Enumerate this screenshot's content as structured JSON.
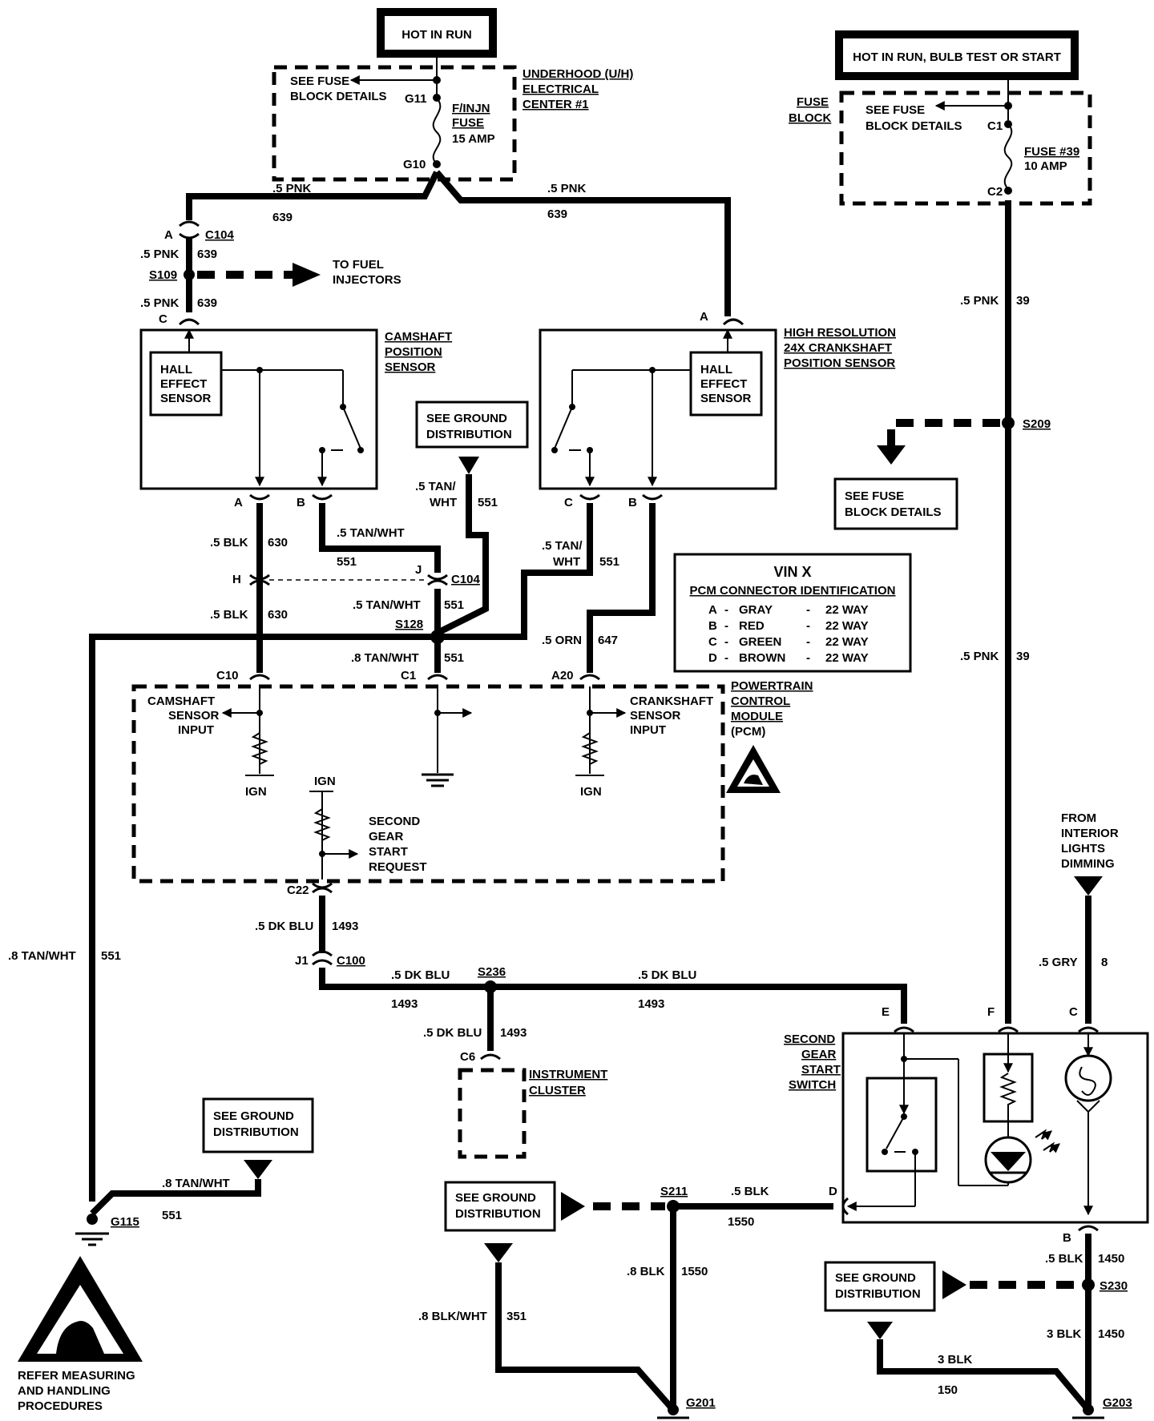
{
  "power": {
    "hot_in_run": "HOT IN RUN",
    "hot_in_run_bulb": "HOT IN RUN, BULB TEST OR START"
  },
  "uh_center": {
    "see_fuse": "SEE FUSE",
    "block_details": "BLOCK DETAILS",
    "title_1": "UNDERHOOD (U/H)",
    "title_2": "ELECTRICAL",
    "title_3": "CENTER #1",
    "g11": "G11",
    "g10": "G10",
    "fuse_1": "F/INJN",
    "fuse_2": "FUSE",
    "fuse_3": "15 AMP"
  },
  "fuse_block": {
    "title_1": "FUSE",
    "title_2": "BLOCK",
    "see_fuse": "SEE FUSE",
    "block_details": "BLOCK DETAILS",
    "c1": "C1",
    "c2": "C2",
    "fuse_1": "FUSE #39",
    "fuse_2": "10 AMP"
  },
  "wires": {
    "pnk_05": ".5 PNK",
    "c639": "639",
    "c630": "630",
    "c551": "551",
    "c647": "647",
    "c39": "39",
    "c8": "8",
    "c1493": "1493",
    "c1550": "1550",
    "c1450": "1450",
    "c351": "351",
    "c150": "150",
    "blk_05": ".5 BLK",
    "tanwht_05": ".5 TAN/WHT",
    "tanwht_08": ".8 TAN/WHT",
    "tan_05": ".5 TAN/",
    "wht": "WHT",
    "orn_05": ".5 ORN",
    "dkblu_05": ".5 DK BLU",
    "gry_05": ".5 GRY",
    "blk_08": ".8 BLK",
    "blkwht_08": ".8 BLK/WHT",
    "blk_3": "3 BLK"
  },
  "connectors": {
    "a": "A",
    "b": "B",
    "c": "C",
    "d": "D",
    "e": "E",
    "f": "F",
    "h": "H",
    "j": "J",
    "c104": "C104",
    "c100": "C100",
    "c10": "C10",
    "c1": "C1",
    "a20": "A20",
    "c22": "C22",
    "j1": "J1",
    "c6": "C6"
  },
  "splices": {
    "s109": "S109",
    "s128": "S128",
    "s209": "S209",
    "s236": "S236",
    "s211": "S211",
    "s230": "S230"
  },
  "grounds": {
    "g115": "G115",
    "g201": "G201",
    "g203": "G203"
  },
  "to_fuel": {
    "line1": "TO FUEL",
    "line2": "INJECTORS"
  },
  "cam_sensor": {
    "title_1": "CAMSHAFT",
    "title_2": "POSITION",
    "title_3": "SENSOR",
    "hall_1": "HALL",
    "hall_2": "EFFECT",
    "hall_3": "SENSOR"
  },
  "crank_sensor": {
    "title_1": "HIGH RESOLUTION",
    "title_2": "24X CRANKSHAFT",
    "title_3": "POSITION SENSOR",
    "hall_1": "HALL",
    "hall_2": "EFFECT",
    "hall_3": "SENSOR"
  },
  "see_ground": {
    "line1": "SEE GROUND",
    "line2": "DISTRIBUTION"
  },
  "see_fuse_details": {
    "line1": "SEE FUSE",
    "line2": "BLOCK DETAILS"
  },
  "vin_table": {
    "title": "VIN X",
    "subtitle": "PCM CONNECTOR IDENTIFICATION",
    "rows": [
      {
        "letter": "A",
        "dash": "-",
        "color": "GRAY",
        "dash2": "-",
        "way": "22 WAY"
      },
      {
        "letter": "B",
        "dash": "-",
        "color": "RED",
        "dash2": "-",
        "way": "22 WAY"
      },
      {
        "letter": "C",
        "dash": "-",
        "color": "GREEN",
        "dash2": "-",
        "way": "22 WAY"
      },
      {
        "letter": "D",
        "dash": "-",
        "color": "BROWN",
        "dash2": "-",
        "way": "22 WAY"
      }
    ]
  },
  "pcm": {
    "title_1": "POWERTRAIN",
    "title_2": "CONTROL",
    "title_3": "MODULE",
    "title_4": "(PCM)",
    "cam_in_1": "CAMSHAFT",
    "cam_in_2": "SENSOR",
    "cam_in_3": "INPUT",
    "crank_in_1": "CRANKSHAFT",
    "crank_in_2": "SENSOR",
    "crank_in_3": "INPUT",
    "ign": "IGN",
    "second_1": "SECOND",
    "second_2": "GEAR",
    "second_3": "START",
    "second_4": "REQUEST"
  },
  "instrument": {
    "line1": "INSTRUMENT",
    "line2": "CLUSTER"
  },
  "switch": {
    "line1": "SECOND",
    "line2": "GEAR",
    "line3": "START",
    "line4": "SWITCH"
  },
  "dimming": {
    "line1": "FROM",
    "line2": "INTERIOR",
    "line3": "LIGHTS",
    "line4": "DIMMING"
  },
  "esd": {
    "line1": "REFER MEASURING",
    "line2": "AND HANDLING",
    "line3": "PROCEDURES"
  }
}
